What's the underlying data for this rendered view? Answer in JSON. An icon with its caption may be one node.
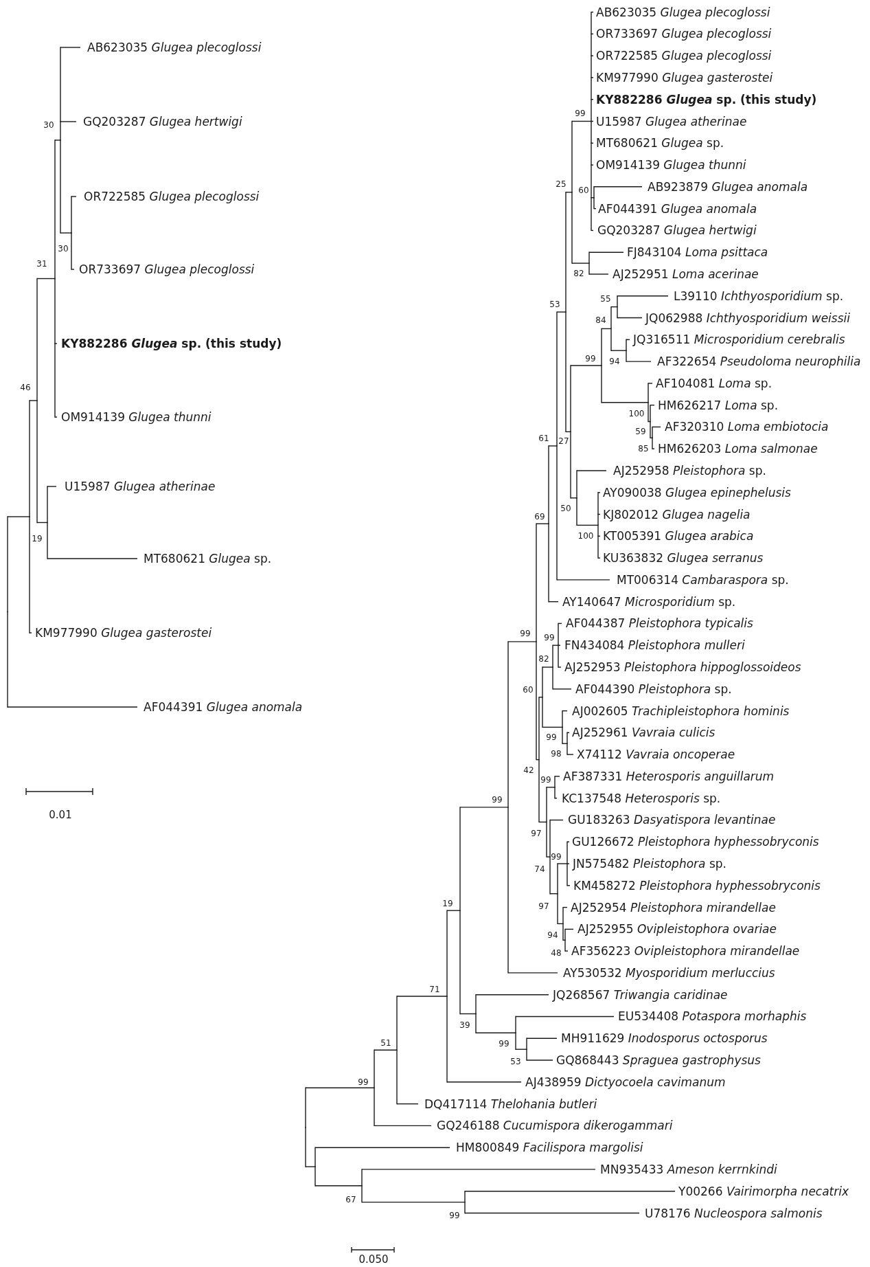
{
  "diagram": {
    "nodes": [
      {
        "text": [
          "AB623035 *Glugea plecoglossi*"
        ]
      },
      {
        "text": [
          "GQ203287 *Glugea hertwigi*"
        ]
      },
      {
        "text": [
          "OR722585 *Glugea plecoglossi*"
        ]
      },
      {
        "text": [
          "OR733697 *Glugea plecoglossi*"
        ]
      },
      {
        "text": [
          "KY882286 *Glugea* sp. (this study)"
        ]
      },
      {
        "text": [
          "OM914139 *Glugea thunni*"
        ]
      },
      {
        "text": [
          "U15987 *Glugea atherinae*"
        ]
      },
      {
        "text": [
          "MT680621 *Glugea* sp."
        ]
      },
      {
        "text": [
          "KM977990 *Glugea gasterostei*"
        ]
      },
      {
        "text": [
          "AF044391 *Glugea anomala*"
        ]
      },
      {
        "text": [
          "AB623035 *Glugea plecoglossi*"
        ]
      },
      {
        "text": [
          "OR733697 *Glugea plecoglossi*"
        ]
      },
      {
        "text": [
          "OR722585 *Glugea plecoglossi*"
        ]
      },
      {
        "text": [
          "KM977990 *Glugea gasterostei*"
        ]
      },
      {
        "text": [
          "KY882286 *Glugea* sp. (this study)"
        ]
      },
      {
        "text": [
          "U15987 *Glugea atherinae*"
        ]
      },
      {
        "text": [
          "MT680621 *Glugea* sp."
        ]
      },
      {
        "text": [
          "OM914139 *Glugea thunni*"
        ]
      },
      {
        "text": [
          "AB923879 *Glugea anomala*"
        ]
      },
      {
        "text": [
          "AF044391 *Glugea anomala*"
        ]
      },
      {
        "text": [
          "GQ203287 *Glugea hertwigi*"
        ]
      },
      {
        "text": [
          "FJ843104 *Loma psittaca*"
        ]
      },
      {
        "text": [
          "AJ252951 *Loma acerinae*"
        ]
      },
      {
        "text": [
          "L39110 *Ichthyosporidium* sp."
        ]
      },
      {
        "text": [
          "JQ062988 *Ichthyosporidium weissii*"
        ]
      },
      {
        "text": [
          "JQ316511 *Microsporidium cerebralis*"
        ]
      },
      {
        "text": [
          "AF322654 *Pseudoloma neurophilia*"
        ]
      },
      {
        "text": [
          "AF104081 *Loma* sp."
        ]
      },
      {
        "text": [
          "HM626217 *Loma* sp."
        ]
      },
      {
        "text": [
          "AF320310 *Loma embiotocia*"
        ]
      },
      {
        "text": [
          "HM626203 *Loma salmonae*"
        ]
      },
      {
        "text": [
          "AJ252958 *Pleistophora* sp."
        ]
      },
      {
        "text": [
          "AY090038 *Glugea epinephelusis*"
        ]
      },
      {
        "text": [
          "KJ802012 *Glugea nagelia*"
        ]
      },
      {
        "text": [
          "KT005391 *Glugea arabica*"
        ]
      },
      {
        "text": [
          "KU363832 *Glugea serranus*"
        ]
      },
      {
        "text": [
          "MT006314 *Cambaraspora* sp."
        ]
      },
      {
        "text": [
          "AY140647 *Microsporidium* sp."
        ]
      },
      {
        "text": [
          "AF044387 *Pleistophora typicalis*"
        ]
      },
      {
        "text": [
          "FN434084 *Pleistophora mulleri*"
        ]
      },
      {
        "text": [
          "AJ252953 *Pleistophora hippoglossoideos*"
        ]
      },
      {
        "text": [
          "AF044390 *Pleistophora* sp."
        ]
      },
      {
        "text": [
          "AJ002605 *Trachipleistophora hominis*"
        ]
      },
      {
        "text": [
          "AJ252961 *Vavraia culicis*"
        ]
      },
      {
        "text": [
          "X74112 *Vavraia oncoperae*"
        ]
      },
      {
        "text": [
          "AF387331 *Heterosporis anguillarum*"
        ]
      },
      {
        "text": [
          "KC137548 *Heterosporis* sp."
        ]
      },
      {
        "text": [
          "GU183263 *Dasyatispora levantinae*"
        ]
      },
      {
        "text": [
          "GU126672 *Pleistophora hyphessobryconis*"
        ]
      },
      {
        "text": [
          "JN575482 *Pleistophora* sp."
        ]
      },
      {
        "text": [
          "KM458272 *Pleistophora hyphessobryconis*"
        ]
      },
      {
        "text": [
          "AJ252954 *Pleistophora mirandellae*"
        ]
      },
      {
        "text": [
          "AJ252955 *Ovipleistophora ovariae*"
        ]
      },
      {
        "text": [
          "AF356223 *Ovipleistophora mirandellae*"
        ]
      },
      {
        "text": [
          "AY530532 *Myosporidium merluccius*"
        ]
      },
      {
        "text": [
          "JQ268567 *Triwangia caridinae*"
        ]
      },
      {
        "text": [
          "EU534408 *Potaspora morhaphis*"
        ]
      },
      {
        "text": [
          "MH911629 *Inodosporus octosporus*"
        ]
      },
      {
        "text": [
          "GQ868443 *Spraguea gastrophysus*"
        ]
      },
      {
        "text": [
          "AJ438959 *Dictyocoela cavimanum*"
        ]
      },
      {
        "text": [
          "DQ417114 *Thelohania butleri*"
        ]
      },
      {
        "text": [
          "GQ246188 *Cucumispora dikerogammari*"
        ]
      },
      {
        "text": [
          "HM800849 *Facilispora margolisi*"
        ]
      },
      {
        "text": [
          "MN935433 *Ameson kerrnkindi*"
        ]
      },
      {
        "text": [
          "Y00266 *Vairimorpha necatrix*"
        ]
      },
      {
        "text": [
          "U78176 *Nucleospora salmonis*"
        ]
      }
    ],
    "edges": [
      {
        "from": null,
        "to": 0,
        "arrow": "none"
      },
      {
        "from": null,
        "to": 1,
        "arrow": "none"
      },
      {
        "from": null,
        "to": 2,
        "arrow": "none"
      },
      {
        "from": null,
        "to": 3,
        "arrow": "none"
      },
      {
        "from": null,
        "to": 4,
        "arrow": "none"
      },
      {
        "from": null,
        "to": 5,
        "arrow": "none"
      },
      {
        "from": null,
        "to": 6,
        "arrow": "none"
      },
      {
        "from": null,
        "to": 7,
        "arrow": "none"
      },
      {
        "from": null,
        "to": 8,
        "arrow": "none"
      },
      {
        "from": null,
        "to": 9,
        "arrow": "none"
      },
      {
        "from": null,
        "to": 10,
        "arrow": "none"
      },
      {
        "from": null,
        "to": 11,
        "arrow": "none"
      },
      {
        "from": null,
        "to": 12,
        "arrow": "none"
      },
      {
        "from": null,
        "to": 13,
        "arrow": "none"
      },
      {
        "from": null,
        "to": 14,
        "arrow": "none"
      },
      {
        "from": null,
        "to": 15,
        "arrow": "none"
      },
      {
        "from": null,
        "to": 16,
        "arrow": "none"
      },
      {
        "from": null,
        "to": 17,
        "arrow": "none"
      },
      {
        "from": null,
        "to": 18,
        "arrow": "none"
      },
      {
        "from": null,
        "to": 19,
        "arrow": "none"
      },
      {
        "from": null,
        "to": 20,
        "arrow": "none"
      },
      {
        "from": null,
        "to": 21,
        "arrow": "none"
      },
      {
        "from": null,
        "to": 22,
        "arrow": "none"
      },
      {
        "from": null,
        "to": 23,
        "arrow": "none"
      },
      {
        "from": null,
        "to": 24,
        "arrow": "none"
      },
      {
        "from": null,
        "to": 25,
        "arrow": "none"
      },
      {
        "from": null,
        "to": 26,
        "arrow": "none"
      },
      {
        "from": null,
        "to": 27,
        "arrow": "none"
      },
      {
        "from": null,
        "to": 28,
        "arrow": "none"
      },
      {
        "from": null,
        "to": 29,
        "arrow": "none"
      },
      {
        "from": null,
        "to": 30,
        "arrow": "none"
      },
      {
        "from": null,
        "to": 31,
        "arrow": "none"
      },
      {
        "from": null,
        "to": 32,
        "arrow": "none"
      },
      {
        "from": null,
        "to": 33,
        "arrow": "none"
      },
      {
        "from": null,
        "to": 34,
        "arrow": "none"
      },
      {
        "from": null,
        "to": 35,
        "arrow": "none"
      },
      {
        "from": null,
        "to": 36,
        "arrow": "none"
      },
      {
        "from": null,
        "to": 37,
        "arrow": "none"
      },
      {
        "from": null,
        "to": 38,
        "arrow": "none"
      },
      {
        "from": null,
        "to": 39,
        "arrow": "none"
      },
      {
        "from": null,
        "to": 40,
        "arrow": "none"
      },
      {
        "from": null,
        "to": 41,
        "arrow": "none"
      },
      {
        "from": null,
        "to": 42,
        "arrow": "none"
      },
      {
        "from": null,
        "to": 43,
        "arrow": "none"
      },
      {
        "from": null,
        "to": 44,
        "arrow": "none"
      },
      {
        "from": null,
        "to": 45,
        "arrow": "none"
      },
      {
        "from": null,
        "to": 46,
        "arrow": "none"
      },
      {
        "from": null,
        "to": 47,
        "arrow": "none"
      },
      {
        "from": null,
        "to": 48,
        "arrow": "none"
      },
      {
        "from": null,
        "to": 49,
        "arrow": "none"
      },
      {
        "from": null,
        "to": 50,
        "arrow": "none"
      },
      {
        "from": null,
        "to": 51,
        "arrow": "none"
      },
      {
        "from": null,
        "to": 52,
        "arrow": "none"
      },
      {
        "from": null,
        "to": 53,
        "arrow": "none"
      },
      {
        "from": null,
        "to": 54,
        "arrow": "none"
      },
      {
        "from": null,
        "to": 55,
        "arrow": "none"
      },
      {
        "from": null,
        "to": 56,
        "arrow": "none"
      },
      {
        "from": null,
        "to": 57,
        "arrow": "none"
      },
      {
        "from": null,
        "to": 58,
        "arrow": "none"
      },
      {
        "from": null,
        "to": 59,
        "arrow": "none"
      },
      {
        "from": null,
        "to": 60,
        "arrow": "none"
      },
      {
        "from": null,
        "to": 61,
        "arrow": "none"
      },
      {
        "from": null,
        "to": 62,
        "arrow": "none"
      },
      {
        "from": null,
        "to": 63,
        "arrow": "none"
      },
      {
        "from": null,
        "to": 64,
        "arrow": "none"
      },
      {
        "from": null,
        "to": 65,
        "arrow": "none"
      }
    ],
    "labels": [
      "30",
      "30",
      "31",
      "46",
      "19",
      "0.01",
      "99",
      "25",
      "60",
      "82",
      "55",
      "53",
      "84",
      "99",
      "94",
      "100",
      "59",
      "61",
      "27",
      "85",
      "50",
      "69",
      "100",
      "99",
      "99",
      "82",
      "60",
      "99",
      "98",
      "42",
      "99",
      "99",
      "97",
      "99",
      "74",
      "19",
      "97",
      "94",
      "48",
      "71",
      "39",
      "51",
      "99",
      "53",
      "99",
      "67",
      "99",
      "0.050"
    ]
  }
}
